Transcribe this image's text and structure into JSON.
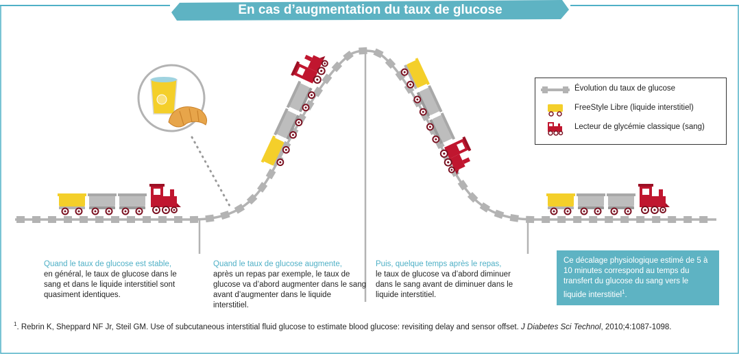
{
  "title": "En cas d’augmentation du taux de glucose",
  "legend": {
    "items": [
      {
        "label": "Évolution du taux de glucose",
        "icon": "track-segment-icon"
      },
      {
        "label": "FreeStyle Libre (liquide interstitiel)",
        "icon": "yellow-wagon-icon"
      },
      {
        "label": "Lecteur de glycémie classique (sang)",
        "icon": "red-locomotive-icon"
      }
    ]
  },
  "captions": [
    {
      "highlight": "Quand le taux de glucose est stable,",
      "text": "en général, le taux de glucose dans le sang et dans le liquide interstitiel sont quasiment identiques."
    },
    {
      "highlight": "Quand le taux de glucose augmente,",
      "text": "après un repas par exemple, le taux de glucose va d’abord augmenter dans le sang avant d’augmenter dans le liquide interstitiel."
    },
    {
      "highlight": "Puis, quelque temps après le repas,",
      "text": "le taux de glucose va d’abord diminuer dans le sang avant de diminuer dans le liquide interstitiel."
    }
  ],
  "info_box": {
    "text": "Ce décalage physiologique estimé de 5 à 10 minutes correspond au temps du transfert du glucose du sang vers le liquide interstitiel",
    "sup": "1",
    "suffix": "."
  },
  "footnote": {
    "marker": "1",
    "text": ". Rebrin K, Sheppard NF Jr, Steil GM. Use of subcutaneous interstitial fluid glucose to estimate blood glucose: revisiting delay and sensor offset. ",
    "journal": "J Diabetes Sci Technol",
    "rest": ", 2010;4:1087-1098."
  },
  "colors": {
    "banner": "#5eb3c3",
    "frame": "#4fb0c6",
    "track": "#b3b3b3",
    "yellow_wagon": "#f4cf2a",
    "grey_wagon": "#bdbdbd",
    "locomotive": "#c0162f",
    "wheel": "#7a1020",
    "highlight_text": "#4fb0c6"
  }
}
